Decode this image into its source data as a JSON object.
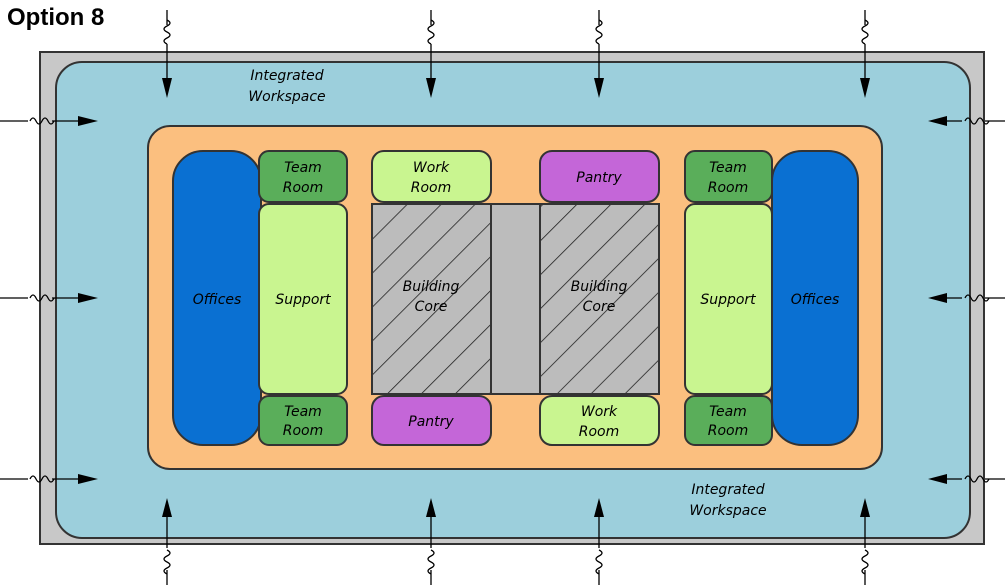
{
  "title": "Option 8",
  "integrated_workspace_top": [
    "Integrated",
    "Workspace"
  ],
  "integrated_workspace_bottom": [
    "Integrated",
    "Workspace"
  ],
  "left_wing": {
    "offices": "Offices",
    "support": "Support",
    "team_room_top": [
      "Team",
      "Room"
    ],
    "team_room_bottom": [
      "Team",
      "Room"
    ]
  },
  "right_wing": {
    "offices": "Offices",
    "support": "Support",
    "team_room_top": [
      "Team",
      "Room"
    ],
    "team_room_bottom": [
      "Team",
      "Room"
    ]
  },
  "center": {
    "work_room_top": [
      "Work",
      "Room"
    ],
    "pantry_top": "Pantry",
    "pantry_bottom": "Pantry",
    "work_room_bottom": [
      "Work",
      "Room"
    ],
    "building_core_left": [
      "Building",
      "Core"
    ],
    "building_core_right": [
      "Building",
      "Core"
    ]
  },
  "colors": {
    "outer_frame": "#c8c8c8",
    "workspace": "#9ccfdc",
    "orange_zone": "#fbbf7f",
    "offices": "#0a70d2",
    "team_room": "#5aae5a",
    "support": "#c9f590",
    "pantry": "#c466d8",
    "core": "#bcbcbc"
  }
}
